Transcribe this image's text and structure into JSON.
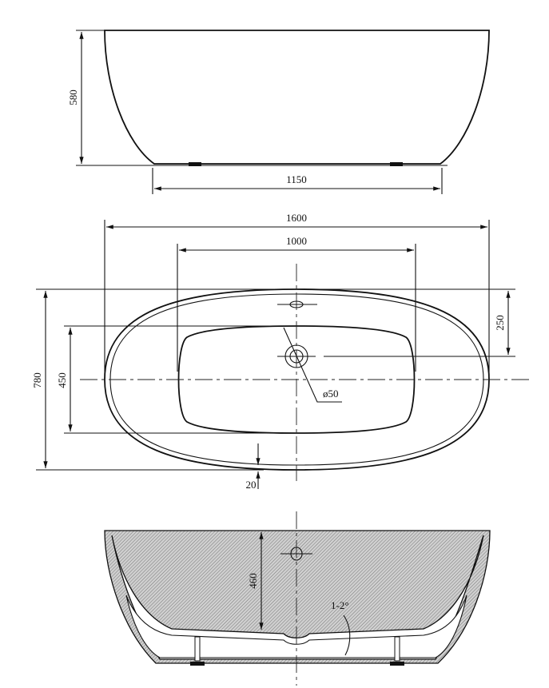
{
  "title": "Freestanding bathtub dimension drawing",
  "views": {
    "elevation": {
      "height": "580",
      "base_length": "1150"
    },
    "plan": {
      "overall_length": "1600",
      "basin_length": "1000",
      "overall_width": "780",
      "basin_width": "450",
      "drain_offset": "250",
      "drain_diameter": "ø50",
      "rim_offset": "20"
    },
    "section": {
      "depth": "460",
      "floor_slope": "1-2°"
    }
  },
  "colors": {
    "line": "#111111",
    "hatch": "#9a9a9a"
  }
}
